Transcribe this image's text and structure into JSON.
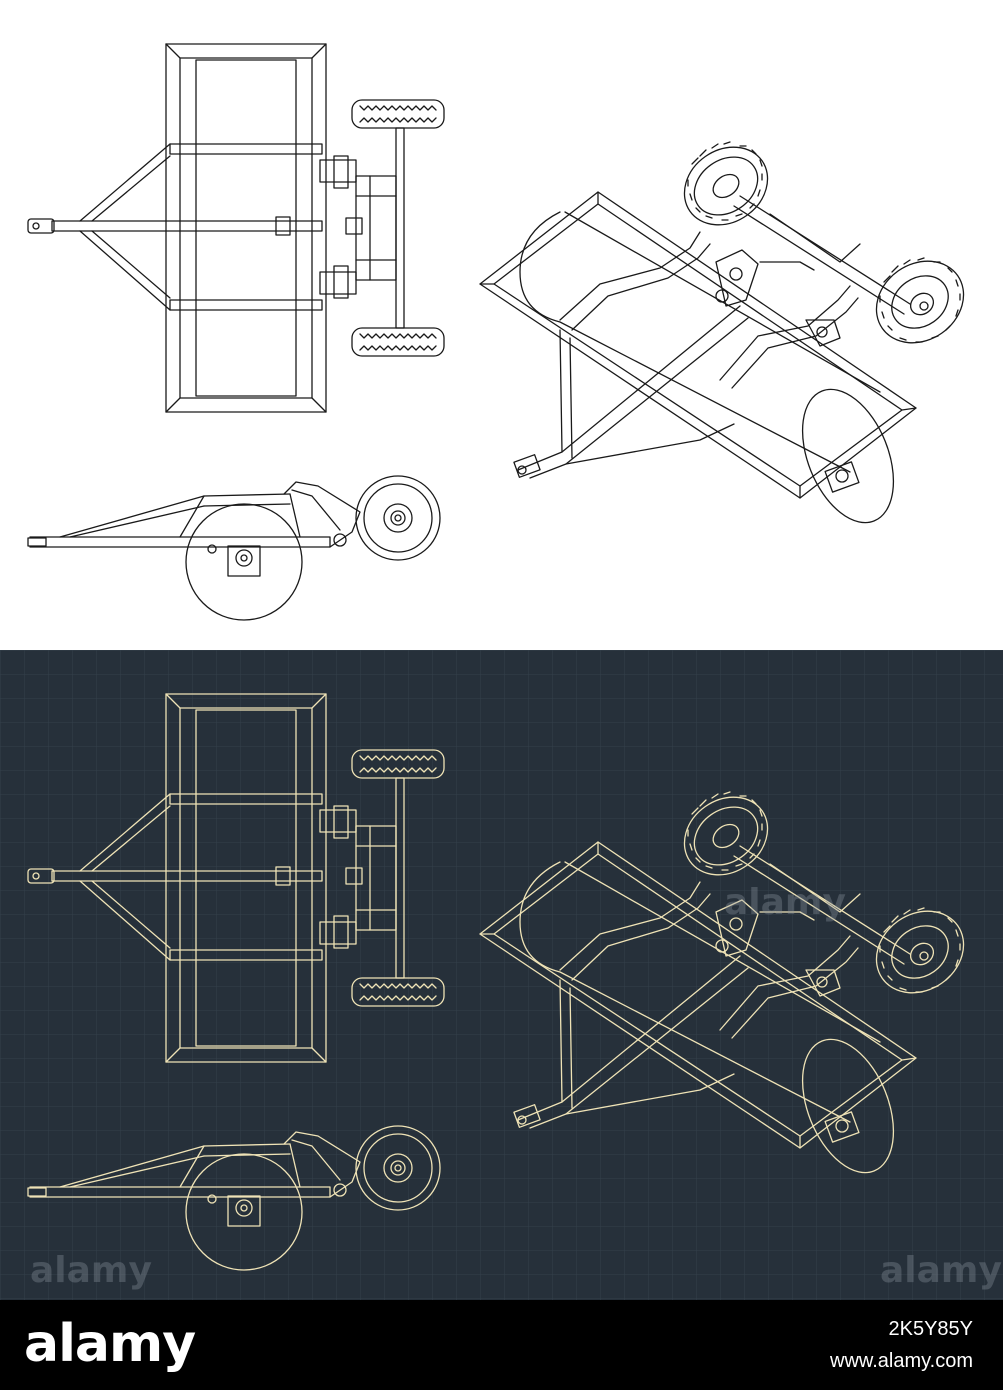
{
  "colors": {
    "light_bg": "#ffffff",
    "light_line": "#1a1a1a",
    "dark_bg": "#26303a",
    "dark_line": "#efe3b6",
    "grid": "#34404b",
    "footer_bg": "#000000"
  },
  "footer": {
    "brand": "alamy",
    "image_id": "2K5Y85Y",
    "url": "www.alamy.com"
  },
  "watermarks": [
    "alamy",
    "alamy",
    "alamy"
  ]
}
